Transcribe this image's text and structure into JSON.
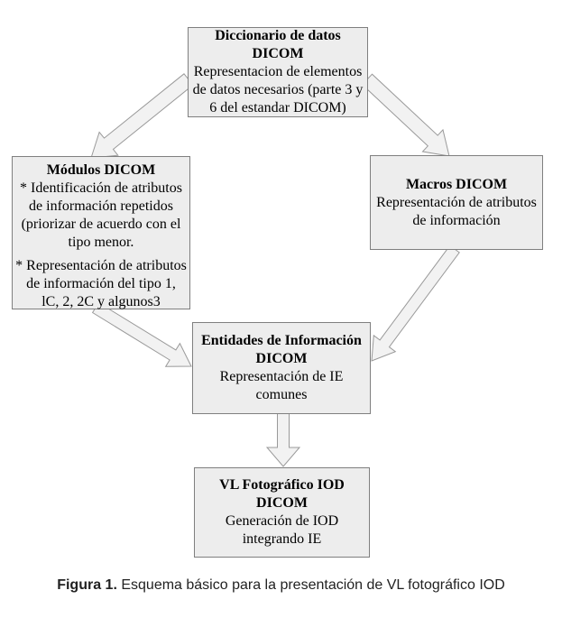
{
  "diagram": {
    "colors": {
      "background": "#ffffff",
      "box_fill": "#ededed",
      "box_border": "#7f7f7f",
      "arrow_fill": "#f2f2f2",
      "arrow_border": "#999999",
      "text": "#000000"
    },
    "nodes": {
      "dictionary": {
        "title": "Diccionario de datos\nDICOM",
        "body": "Representacion de elementos\nde datos necesarios (parte 3 y\n6 del estandar DICOM)"
      },
      "modules": {
        "title": "Módulos DICOM",
        "bullets": [
          "* Identificación de atributos\nde información repetidos\n(priorizar de acuerdo con el\ntipo menor.",
          "* Representación de atributos\nde información del tipo 1,\nlC, 2, 2C y algunos3"
        ]
      },
      "macros": {
        "title": "Macros DICOM",
        "body": "Representación de atributos\nde información"
      },
      "entities": {
        "title": "Entidades de Información\nDICOM",
        "body": "Representación de IE\ncomunes"
      },
      "vl_iod": {
        "title": "VL Fotográfico IOD\nDICOM",
        "body": "Generación de IOD\nintegrando IE"
      }
    },
    "arrows": [
      {
        "from": "dictionary",
        "to": "modules"
      },
      {
        "from": "dictionary",
        "to": "macros"
      },
      {
        "from": "modules",
        "to": "entities"
      },
      {
        "from": "macros",
        "to": "entities"
      },
      {
        "from": "entities",
        "to": "vl_iod"
      }
    ]
  },
  "caption": {
    "label": "Figura 1.",
    "text": "Esquema básico para la presentación de VL fotográfico IOD"
  }
}
